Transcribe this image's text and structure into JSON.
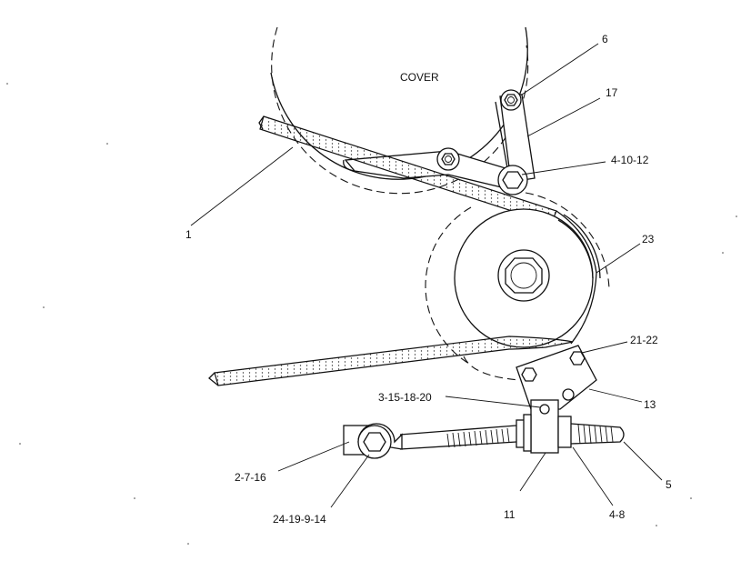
{
  "diagram": {
    "cover_label": "COVER",
    "callouts": {
      "c1": "1",
      "c6": "6",
      "c17": "17",
      "c4_10_12": "4-10-12",
      "c23": "23",
      "c21_22": "21-22",
      "c13": "13",
      "c3_15_18_20": "3-15-18-20",
      "c2_7_16": "2-7-16",
      "c24_19_9_14": "24-19-9-14",
      "c11": "11",
      "c4_8": "4-8",
      "c5": "5"
    }
  }
}
